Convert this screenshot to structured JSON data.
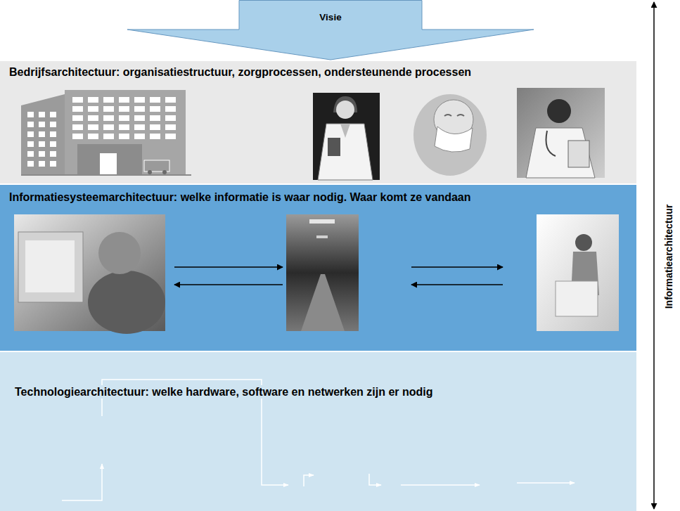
{
  "diagram": {
    "nodes": [
      {
        "text": [
          "Visie"
        ]
      },
      {
        "text": [
          "Bedrijfsarchitectuur: organisatiestructuur, zorgprocessen, ondersteunende processen"
        ]
      },
      {
        "text": [
          "Informatiesysteemarchitectuur: welke informatie is waar nodig. Waar komt ze vandaan"
        ]
      },
      {
        "text": [
          "Technologiearchitectuur: welke hardware, software en netwerken zijn er nodig"
        ]
      }
    ],
    "labels": [
      "Informatiearchitectuur"
    ]
  }
}
